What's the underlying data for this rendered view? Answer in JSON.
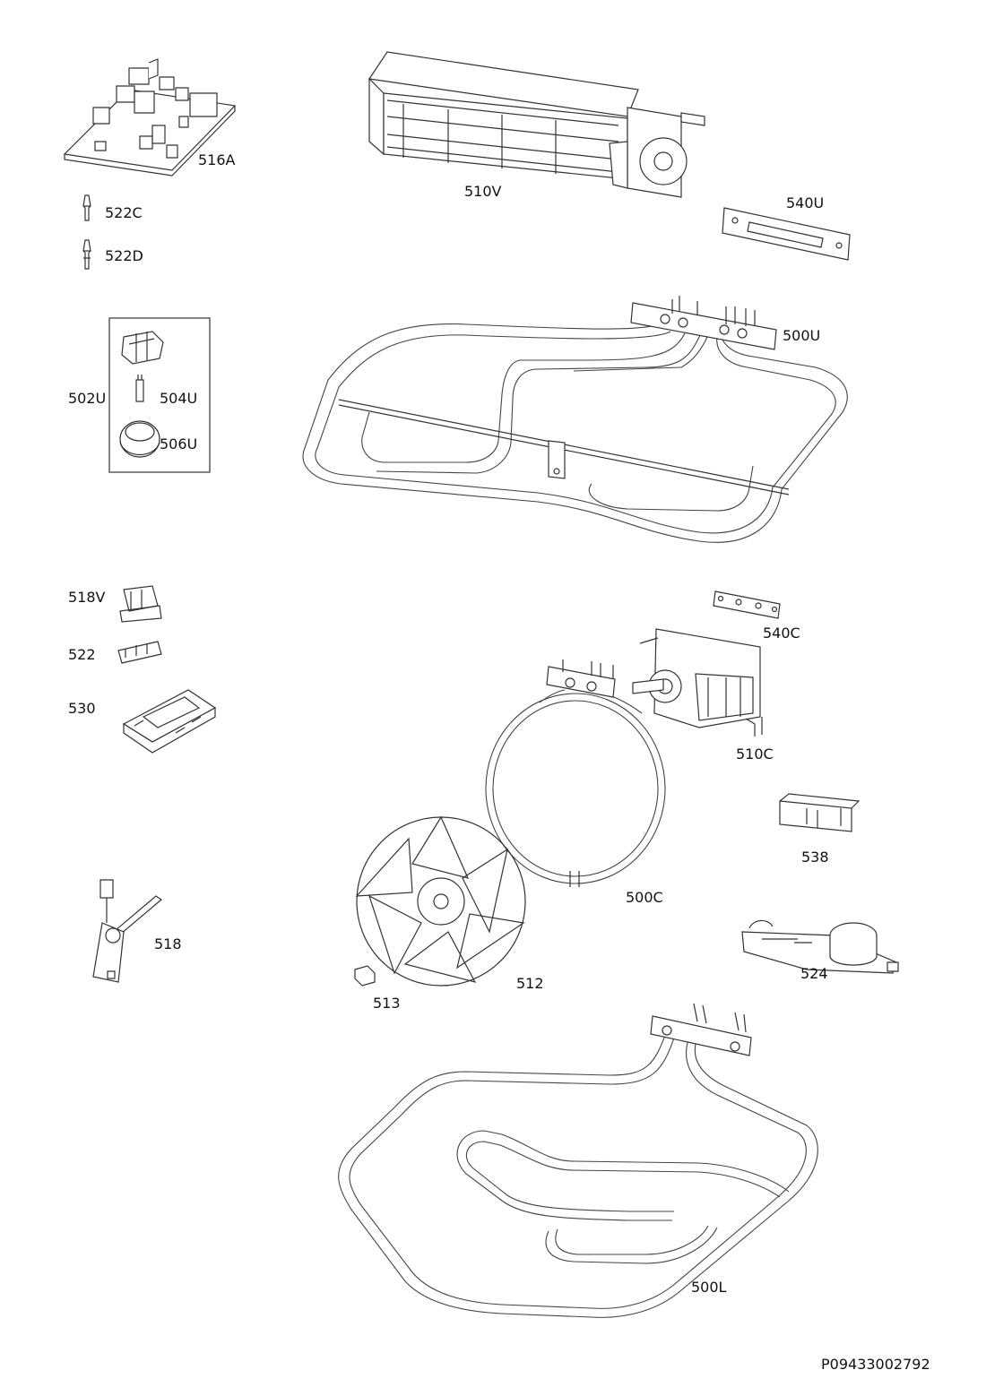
{
  "parts": {
    "p516A": "516A",
    "p510V": "510V",
    "p522C": "522C",
    "p522D": "522D",
    "p540U": "540U",
    "p500U": "500U",
    "p502U": "502U",
    "p504U": "504U",
    "p506U": "506U",
    "p518V": "518V",
    "p540C": "540C",
    "p522": "522",
    "p530": "530",
    "p510C": "510C",
    "p538": "538",
    "p500C": "500C",
    "p518": "518",
    "p524": "524",
    "p512": "512",
    "p513": "513",
    "p500L": "500L"
  },
  "document_ref": "P09433002792"
}
